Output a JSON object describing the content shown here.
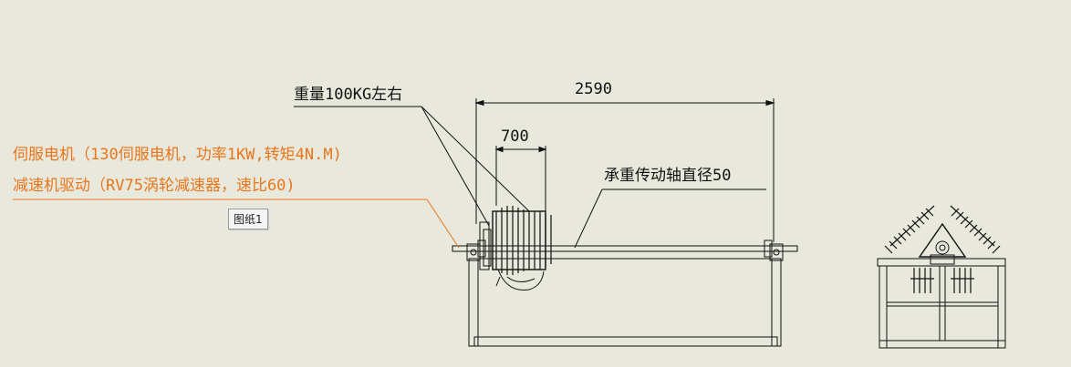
{
  "annotations": {
    "weight": "重量100KG左右",
    "overall_length": "2590",
    "roller_width": "700",
    "shaft": "承重传动轴直径50",
    "motor_line1": "伺服电机（130伺服电机，功率1KW,转矩4N.M)",
    "motor_line2": "减速机驱动（RV75涡轮减速器，速比60)"
  },
  "sheet_tab": {
    "label": "图纸1"
  },
  "colors": {
    "background": "#e8e8dd",
    "line": "#111111",
    "annotation_orange": "#e8761a"
  }
}
